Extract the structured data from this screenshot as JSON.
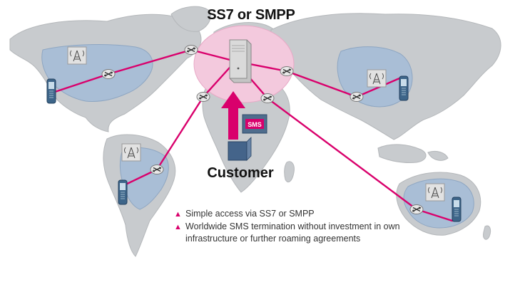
{
  "title": "SS7 or SMPP",
  "customer_label": "Customer",
  "sms_label": "SMS",
  "bullets": [
    "Simple access via SS7 or SMPP",
    "Worldwide SMS termination without investment in own infrastructure or further roaming agreements"
  ],
  "colors": {
    "link": "#d9006c",
    "hub": "#f3c9dd",
    "land": "#c8cbce",
    "highlighted_region": "#a9bed6"
  },
  "icons": [
    "switch-icon",
    "antenna-tower-icon",
    "mobile-phone-icon",
    "server-icon",
    "customer-terminal-icon",
    "sms-message-icon",
    "bullet-triangle-icon"
  ]
}
